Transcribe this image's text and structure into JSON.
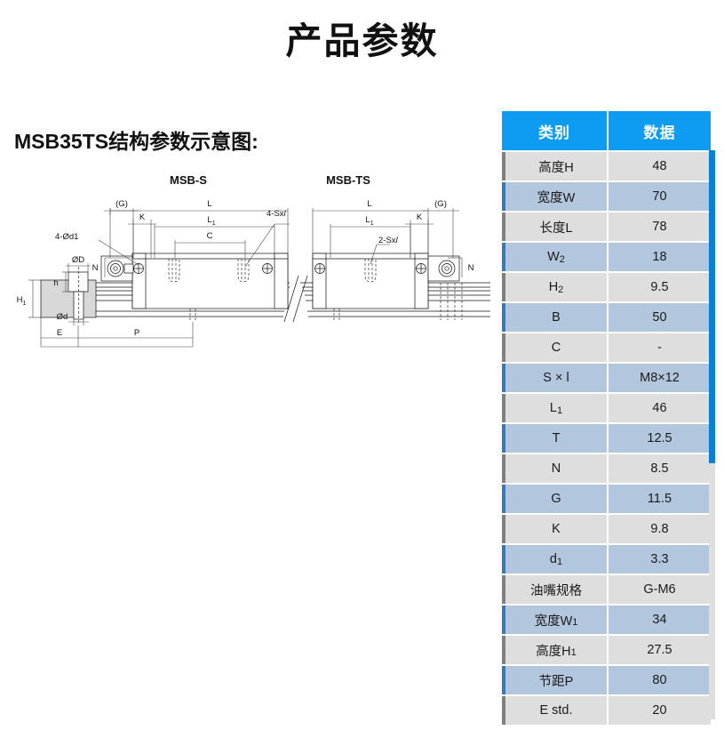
{
  "page": {
    "title": "产品参数",
    "section_heading": "MSB35TS结构参数示意图:"
  },
  "diagram": {
    "name": "msb35ts-structure-parameter-diagram",
    "left_block_label": "MSB-S",
    "right_block_label": "MSB-TS",
    "annotations": [
      "(G)",
      "L",
      "L₁",
      "C",
      "K",
      "N",
      "4-Sxℓ",
      "2-Sxℓ",
      "4-Ød1",
      "ØD",
      "Ød",
      "h",
      "H₁",
      "E",
      "P"
    ],
    "labels": {
      "g_left": "(G)",
      "g_right": "(G)",
      "l_left": "L",
      "l_right": "L",
      "l1_left": "L",
      "l1_left_sub": "1",
      "l1_right": "L",
      "l1_right_sub": "1",
      "c": "C",
      "k_left": "K",
      "k_right": "K",
      "n_left": "N",
      "n_right": "N",
      "sxl_4": "4-Sx",
      "sxl_4_italic": "l",
      "sxl_2": "2-Sx",
      "sxl_2_italic": "l",
      "d1_4": "4-Ød1",
      "big_d": "ØD",
      "small_d": "Ød",
      "h": "h",
      "h1": "H",
      "h1_sub": "1",
      "e": "E",
      "p": "P"
    }
  },
  "table": {
    "headers": [
      "类别",
      "数据"
    ],
    "rows": [
      {
        "label": "高度H",
        "label_sub": "",
        "value": "48"
      },
      {
        "label": "宽度W",
        "label_sub": "",
        "value": "70"
      },
      {
        "label": "长度L",
        "label_sub": "",
        "value": "78"
      },
      {
        "label": "W",
        "label_sub": "2",
        "value": "18"
      },
      {
        "label": "H",
        "label_sub": "2",
        "value": "9.5"
      },
      {
        "label": "B",
        "label_sub": "",
        "value": "50"
      },
      {
        "label": "C",
        "label_sub": "",
        "value": "-"
      },
      {
        "label": "S × l",
        "label_sub": "",
        "value": "M8×12"
      },
      {
        "label": "L",
        "label_sub": "1",
        "value": "46"
      },
      {
        "label": "T",
        "label_sub": "",
        "value": "12.5"
      },
      {
        "label": "N",
        "label_sub": "",
        "value": "8.5"
      },
      {
        "label": "G",
        "label_sub": "",
        "value": "11.5"
      },
      {
        "label": "K",
        "label_sub": "",
        "value": "9.8"
      },
      {
        "label": "d",
        "label_sub": "1",
        "value": "3.3"
      },
      {
        "label": "油嘴规格",
        "label_sub": "",
        "value": "G-M6"
      },
      {
        "label": "宽度W",
        "label_sub": "1",
        "value": "34"
      },
      {
        "label": "高度H",
        "label_sub": "1",
        "value": "27.5"
      },
      {
        "label": "节距P",
        "label_sub": "",
        "value": "80"
      },
      {
        "label": "E std.",
        "label_sub": "",
        "value": "20"
      }
    ]
  },
  "colors": {
    "header_blue": "#0d9cf2",
    "row_gray": "#dedede",
    "row_blue": "#b2c6dd",
    "accent_gray": "#808080",
    "accent_blue": "#3778b7",
    "scrollbar": "#0d7fd2"
  },
  "scrollbar": {
    "name": "vertical-scrollbar"
  }
}
